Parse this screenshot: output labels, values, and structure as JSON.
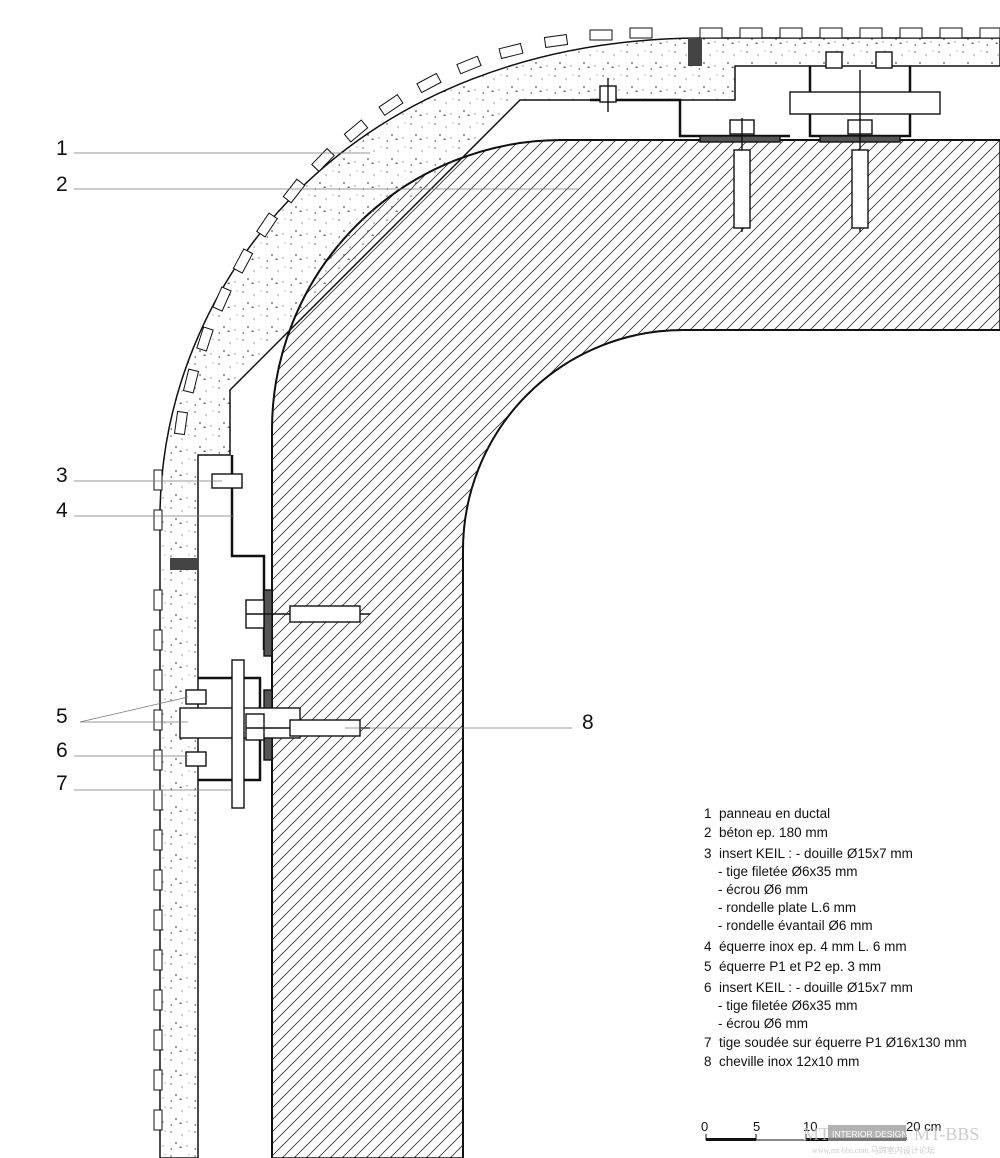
{
  "callouts": {
    "c1": "1",
    "c2": "2",
    "c3": "3",
    "c4": "4",
    "c5": "5",
    "c6": "6",
    "c7": "7",
    "c8": "8"
  },
  "legend": [
    "1  panneau en ductal",
    "2  béton ep. 180 mm",
    "3  insert KEIL : - douille Ø15x7 mm",
    "- tige filetée Ø6x35 mm",
    "- écrou Ø6 mm",
    "- rondelle plate L.6 mm",
    "- rondelle évantail Ø6 mm",
    "4  équerre inox ep. 4 mm L. 6 mm",
    "5  équerre P1 et P2 ep. 3 mm",
    "6  insert KEIL : - douille Ø15x7 mm",
    "- tige filetée Ø6x35 mm",
    "- écrou Ø6 mm",
    "7  tige soudée sur équerre P1 Ø16x130 mm",
    "8  cheville inox 12x10 mm"
  ],
  "scale_bar": {
    "t0": "0",
    "t5": "5",
    "t10": "10",
    "t20": "20 cm"
  },
  "watermark": {
    "left_text": "MT",
    "badge_text": "INTERIOR DESIGN",
    "right_text": "MT-BBS",
    "sub_text": "www.mt-bbs.com   马蹄室内设计论坛"
  }
}
